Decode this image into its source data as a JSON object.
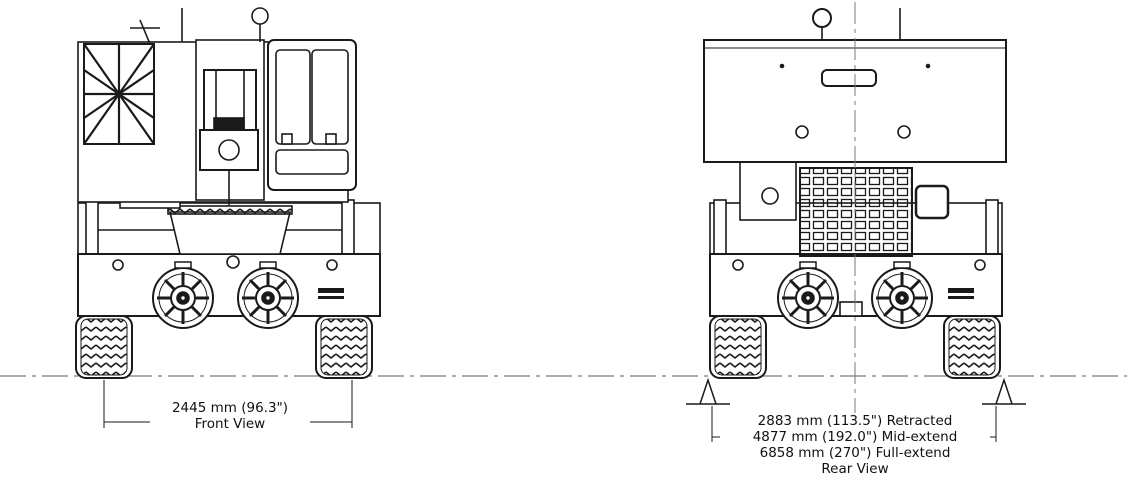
{
  "front_view": {
    "dimension": "2445 mm (96.3\")",
    "title": "Front View"
  },
  "rear_view": {
    "dimensions": [
      "2883 mm (113.5\") Retracted",
      "4877 mm (192.0\") Mid-extend",
      "6858 mm (270\") Full-extend"
    ],
    "title": "Rear View"
  },
  "colors": {
    "line": "#1a1a1a",
    "centerline": "#7a7a7a",
    "background": "#ffffff"
  }
}
